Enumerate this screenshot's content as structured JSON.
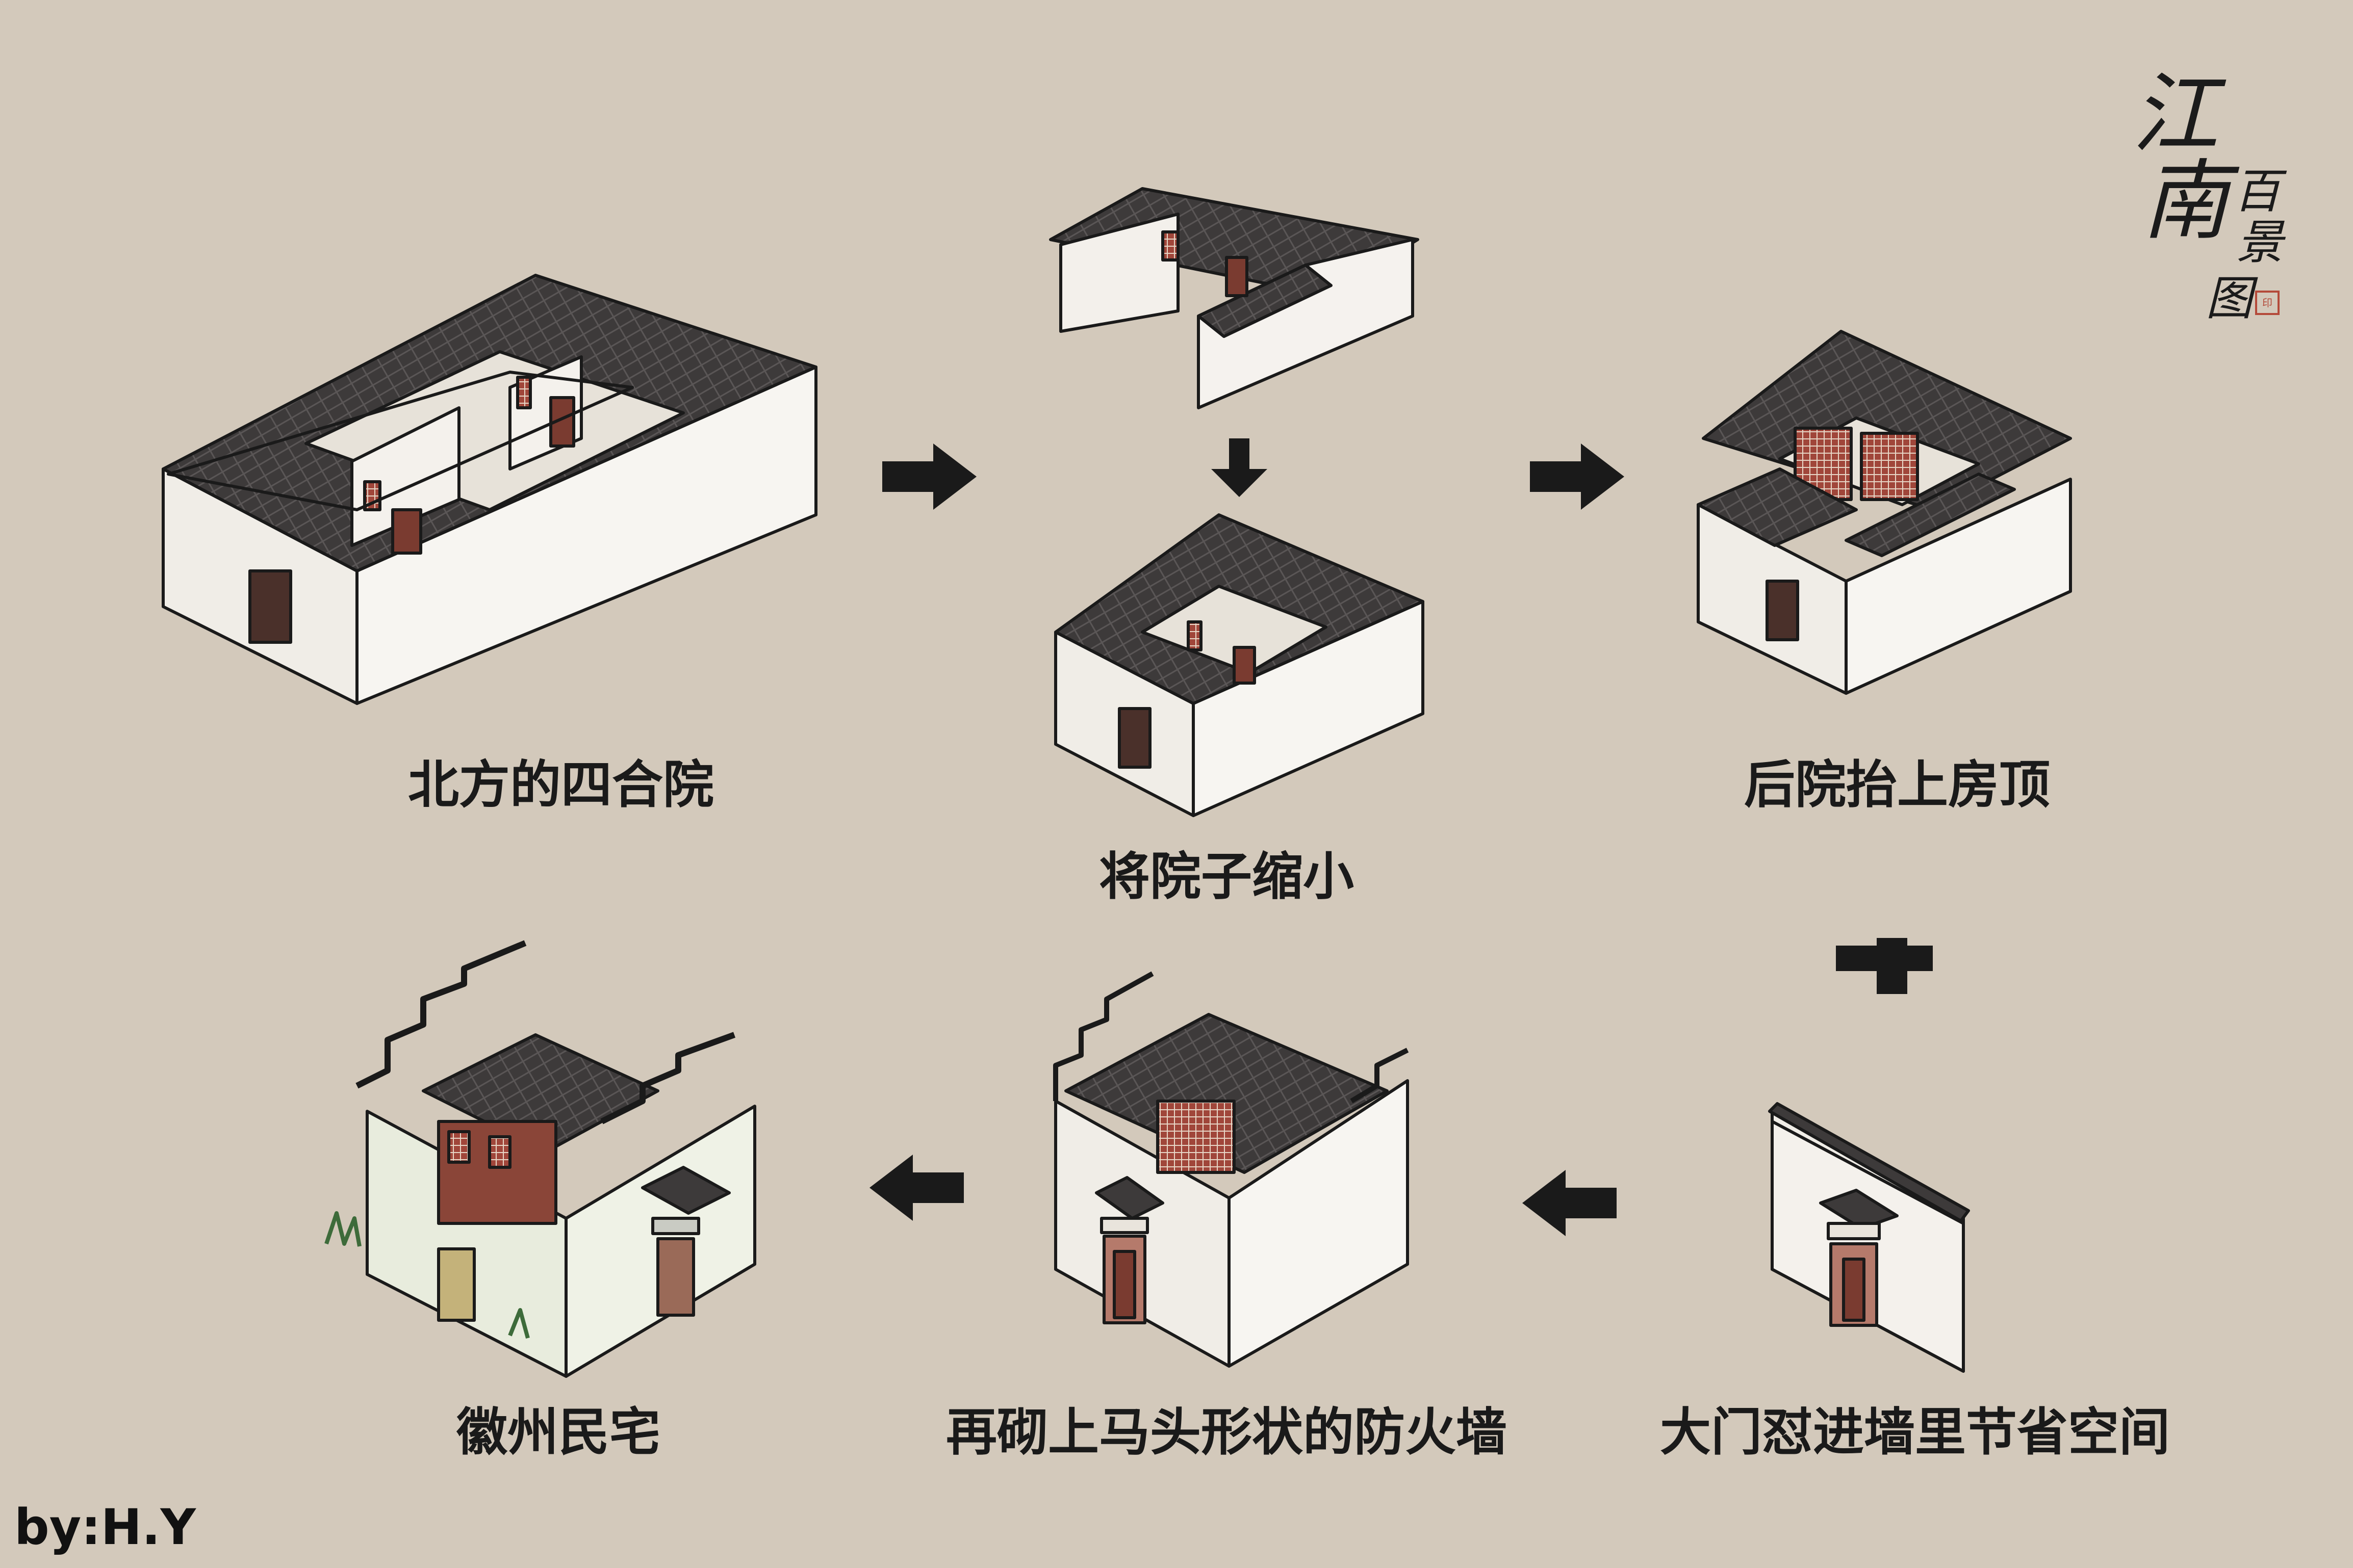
{
  "logo": {
    "chars": [
      "江",
      "南",
      "百",
      "景",
      "图"
    ]
  },
  "steps": [
    {
      "id": "siheyuan",
      "caption": "北方的四合院"
    },
    {
      "id": "shrink",
      "caption": "将院子缩小"
    },
    {
      "id": "raise-roof",
      "caption": "后院抬上房顶"
    },
    {
      "id": "gate-in-wall",
      "caption": "大门怼进墙里节省空间"
    },
    {
      "id": "firewall",
      "caption": "再砌上马头形状的防火墙"
    },
    {
      "id": "huizhou",
      "caption": "徽州民宅"
    }
  ],
  "plus_sign": "+",
  "credit": "by:H.Y",
  "colors": {
    "background": "#d3c9bb",
    "wall": "#f2efe9",
    "roof": "#3d3a3a",
    "outline": "#1a1a1a",
    "door": "#7a3b30"
  }
}
